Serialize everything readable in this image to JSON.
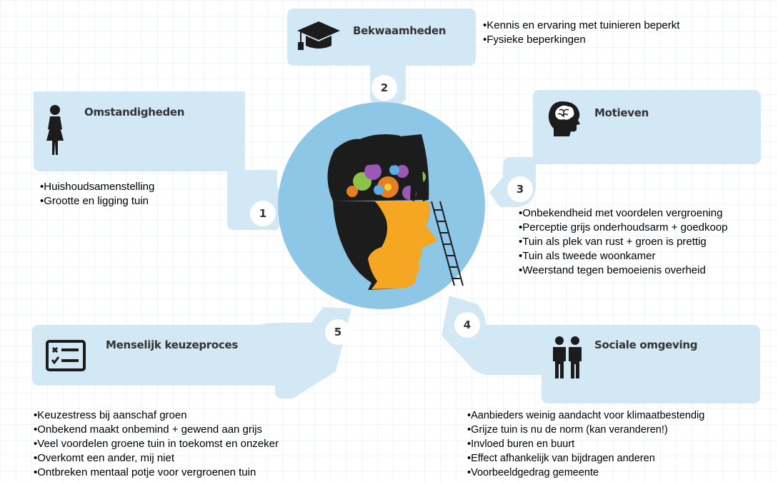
{
  "center": {
    "colors": {
      "circle": "#8EC6E6",
      "head": "#1C1C1C",
      "face": "#F5A623",
      "boxes": "#D3E8F5"
    }
  },
  "sections": [
    {
      "id": "omstandigheden",
      "number": "1",
      "heading": "Omstandigheden",
      "icon": "woman-icon",
      "bullets": [
        "Huishoudsamenstelling",
        "Grootte en ligging tuin"
      ]
    },
    {
      "id": "bekwaamheden",
      "number": "2",
      "heading": "Bekwaamheden",
      "icon": "graduation-cap-icon",
      "bullets": [
        "Kennis en ervaring met tuinieren beperkt",
        "Fysieke beperkingen"
      ]
    },
    {
      "id": "motieven",
      "number": "3",
      "heading": "Motieven",
      "icon": "brain-head-icon",
      "bullets": [
        "Onbekendheid met voordelen vergroening",
        "Perceptie grijs onderhoudsarm + goedkoop",
        "Tuin als plek van rust + groen is prettig",
        "Tuin als tweede woonkamer",
        "Weerstand tegen bemoeienis overheid"
      ]
    },
    {
      "id": "sociale-omgeving",
      "number": "4",
      "heading": "Sociale omgeving",
      "icon": "two-people-icon",
      "bullets": [
        "Aanbieders weinig aandacht voor  klimaatbestendig",
        "Grijze tuin is nu de norm (kan veranderen!)",
        "Invloed buren en buurt",
        "Effect afhankelijk van bijdragen anderen",
        "Voorbeeldgedrag gemeente"
      ]
    },
    {
      "id": "keuzeproces",
      "number": "5",
      "heading": "Menselijk keuzeproces",
      "icon": "checklist-icon",
      "bullets": [
        "Keuzestress bij aanschaf groen",
        "Onbekend maakt onbemind + gewend aan grijs",
        "Veel voordelen groene tuin in toekomst en onzeker",
        "Overkomt een ander, mij niet",
        "Ontbreken mentaal potje voor vergroenen tuin"
      ]
    }
  ]
}
